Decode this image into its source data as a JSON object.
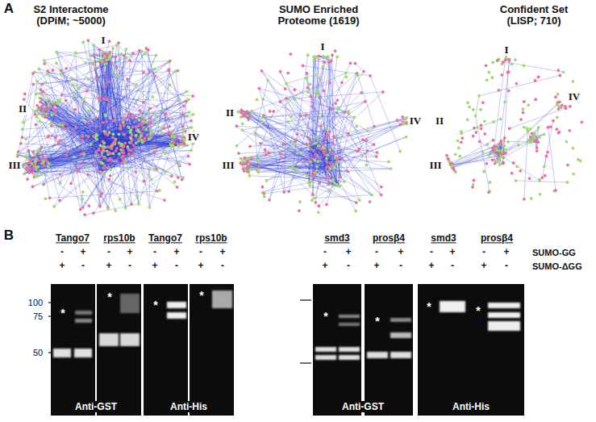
{
  "diagram": {
    "nodes": [
      {
        "text": [
          "Anti-GST"
        ]
      },
      {
        "text": [
          "Anti-His"
        ]
      },
      {
        "text": [
          "Anti-GST"
        ]
      },
      {
        "text": [
          "Anti-His"
        ]
      }
    ],
    "labels": [
      "A",
      "S2 Interactome (DPiM; ~5000)",
      "SUMO Enriched Proteome (1619)",
      "Confident Set (LISP; 710)",
      "I",
      "II",
      "III",
      "IV",
      "I",
      "II",
      "III",
      "IV",
      "I",
      "II",
      "III",
      "IV",
      "B",
      "Tango7",
      "rps10b",
      "Tango7",
      "rps10b",
      "smd3",
      "prosβ4",
      "smd3",
      "prosβ4",
      "-",
      "+",
      "-",
      "+",
      "-",
      "+",
      "-",
      "+",
      "-",
      "+",
      "-",
      "+",
      "-",
      "+",
      "-",
      "+",
      "SUMO-GG",
      "+",
      "-",
      "+",
      "-",
      "+",
      "-",
      "+",
      "-",
      "+",
      "-",
      "+",
      "-",
      "+",
      "-",
      "+",
      "-",
      "SUMO-ΔGG",
      "100",
      "75",
      "50",
      "*",
      "*",
      "*",
      "*",
      "*",
      "*",
      "*",
      "*"
    ]
  }
}
